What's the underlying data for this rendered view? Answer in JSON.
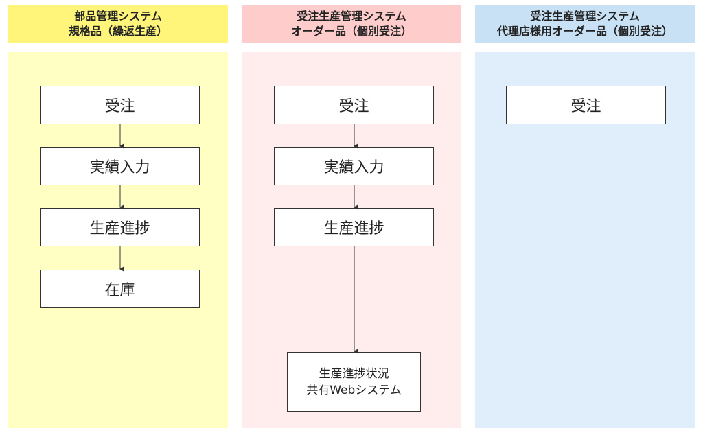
{
  "colors": {
    "col1_header": "#fff57a",
    "col1_bg": "#ffffc4",
    "col2_header": "#ffcccc",
    "col2_bg": "#ffecec",
    "col3_header": "#c8e1f4",
    "col3_bg": "#dfeefa",
    "box_border": "#333333",
    "arrow": "#333333"
  },
  "columns": [
    {
      "header_line1": "部品管理システム",
      "header_line2": "規格品（繰返生産）",
      "steps": [
        "受注",
        "実績入力",
        "生産進捗",
        "在庫"
      ]
    },
    {
      "header_line1": "受注生産管理システム",
      "header_line2": "オーダー品（個別受注）",
      "steps": [
        "受注",
        "実績入力",
        "生産進捗"
      ],
      "final_box_line1": "生産進捗状況",
      "final_box_line2": "共有Webシステム"
    },
    {
      "header_line1": "受注生産管理システム",
      "header_line2": "代理店様用オーダー品（個別受注）",
      "steps": [
        "受注"
      ]
    }
  ]
}
